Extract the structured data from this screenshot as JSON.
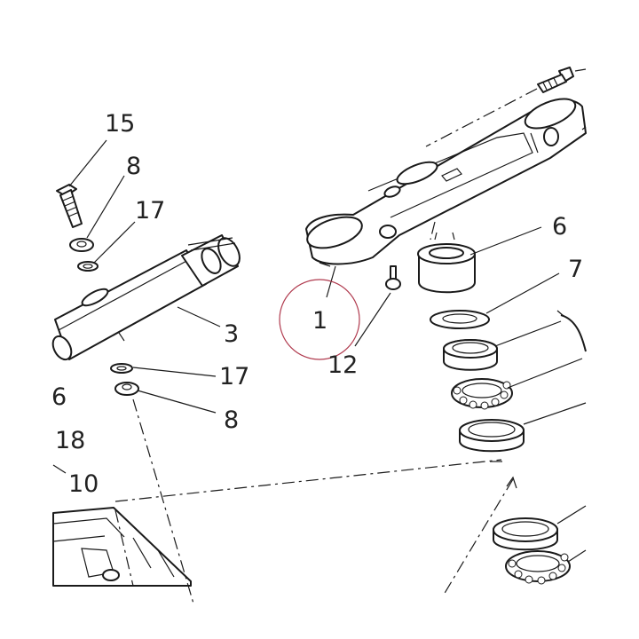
{
  "diagram": {
    "highlight_color": "#b03a4e",
    "line_color": "#1a1a1a",
    "callouts": {
      "c15": "15",
      "c8_top": "8",
      "c17_top": "17",
      "c3": "3",
      "c17_bottom": "17",
      "c8_bottom": "8",
      "c6_left": "6",
      "c18": "18",
      "c10": "10",
      "c1": "1",
      "c12": "12",
      "c6_right": "6",
      "c7": "7"
    }
  }
}
